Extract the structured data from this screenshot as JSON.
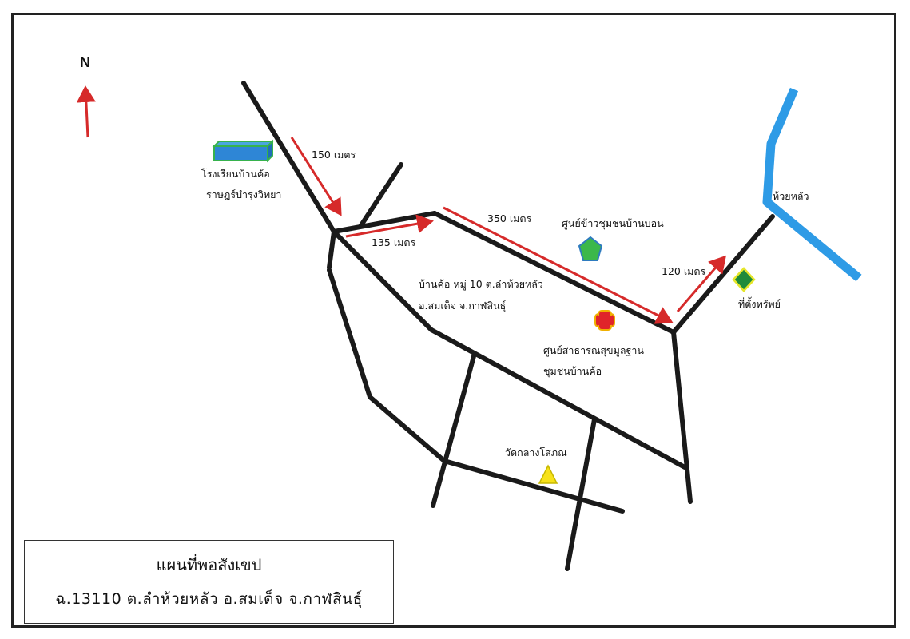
{
  "north": "N",
  "distances": {
    "d150": "150 เมตร",
    "d135": "135 เมตร",
    "d350": "350 เมตร",
    "d120": "120 เมตร"
  },
  "places": {
    "school_line1": "โรงเรียนบ้านค้อ",
    "school_line2": "ราษฎร์บำรุงวิทยา",
    "rice_center": "ศูนย์ข้าวชุมชนบ้านบอน",
    "village_line1": "บ้านค้อ หมู่ 10 ต.ลำห้วยหลัว",
    "village_line2": "อ.สมเด็จ จ.กาฬสินธุ์",
    "health_line1": "ศูนย์สาธารณสุขมูลฐาน",
    "health_line2": "ชุมชนบ้านค้อ",
    "temple": "วัดกลางโสภณ",
    "stream": "ห้วยหลัว",
    "location": "ที่ตั้งทรัพย์"
  },
  "legend": {
    "title": "แผนที่พอสังเขป",
    "address": "ฉ.13110  ต.ลำห้วยหลัว  อ.สมเด็จ  จ.กาฬสินธุ์"
  },
  "colors": {
    "road": "#1a1a1a",
    "route_arrow": "#d62a2a",
    "stream": "#2e9be6",
    "school_icon": "#2e86d6",
    "rice_icon": "#3cb84a",
    "health_icon": "#e0242a",
    "temple_icon": "#f7e21a",
    "location_icon": "#1f8a3a"
  }
}
